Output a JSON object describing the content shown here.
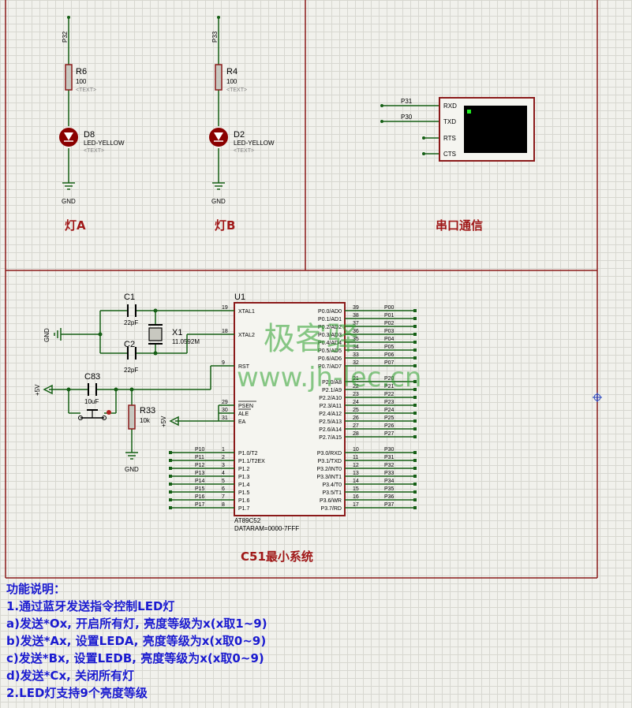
{
  "sections": {
    "lamp_a": "灯A",
    "lamp_b": "灯B",
    "serial": "串口通信",
    "mcu": "C51最小系统"
  },
  "lamp_a": {
    "net": "P32",
    "res_ref": "R6",
    "res_val": "100",
    "res_text": "<TEXT>",
    "led_ref": "D8",
    "led_val": "LED-YELLOW",
    "led_text": "<TEXT>",
    "gnd": "GND"
  },
  "lamp_b": {
    "net": "P33",
    "res_ref": "R4",
    "res_val": "100",
    "res_text": "<TEXT>",
    "led_ref": "D2",
    "led_val": "LED-YELLOW",
    "led_text": "<TEXT>",
    "gnd": "GND"
  },
  "terminal": {
    "net_rx": "P31",
    "net_tx": "P30",
    "pins": [
      "RXD",
      "TXD",
      "RTS",
      "CTS"
    ]
  },
  "mcu": {
    "ref": "U1",
    "part": "AT89C52",
    "data": "DATARAM=0000-7FFF",
    "left_pins": [
      {
        "num": "19",
        "name": "XTAL1"
      },
      {
        "num": "18",
        "name": "XTAL2"
      },
      {
        "num": "9",
        "name": "RST"
      },
      {
        "num": "29",
        "name": "PSEN"
      },
      {
        "num": "30",
        "name": "ALE"
      },
      {
        "num": "31",
        "name": "EA"
      }
    ],
    "p1": [
      {
        "num": "1",
        "name": "P1.0/T2",
        "net": "P10"
      },
      {
        "num": "2",
        "name": "P1.1/T2EX",
        "net": "P11"
      },
      {
        "num": "3",
        "name": "P1.2",
        "net": "P12"
      },
      {
        "num": "4",
        "name": "P1.3",
        "net": "P13"
      },
      {
        "num": "5",
        "name": "P1.4",
        "net": "P14"
      },
      {
        "num": "6",
        "name": "P1.5",
        "net": "P15"
      },
      {
        "num": "7",
        "name": "P1.6",
        "net": "P16"
      },
      {
        "num": "8",
        "name": "P1.7",
        "net": "P17"
      }
    ],
    "p0": [
      {
        "num": "39",
        "name": "P0.0/AD0",
        "net": "P00"
      },
      {
        "num": "38",
        "name": "P0.1/AD1",
        "net": "P01"
      },
      {
        "num": "37",
        "name": "P0.2/AD2",
        "net": "P02"
      },
      {
        "num": "36",
        "name": "P0.3/AD3",
        "net": "P03"
      },
      {
        "num": "35",
        "name": "P0.4/AD4",
        "net": "P04"
      },
      {
        "num": "34",
        "name": "P0.5/AD5",
        "net": "P05"
      },
      {
        "num": "33",
        "name": "P0.6/AD6",
        "net": "P06"
      },
      {
        "num": "32",
        "name": "P0.7/AD7",
        "net": "P07"
      }
    ],
    "p2": [
      {
        "num": "21",
        "name": "P2.0/A8",
        "net": "P20"
      },
      {
        "num": "22",
        "name": "P2.1/A9",
        "net": "P21"
      },
      {
        "num": "23",
        "name": "P2.2/A10",
        "net": "P22"
      },
      {
        "num": "24",
        "name": "P2.3/A11",
        "net": "P23"
      },
      {
        "num": "25",
        "name": "P2.4/A12",
        "net": "P24"
      },
      {
        "num": "26",
        "name": "P2.5/A13",
        "net": "P25"
      },
      {
        "num": "27",
        "name": "P2.6/A14",
        "net": "P26"
      },
      {
        "num": "28",
        "name": "P2.7/A15",
        "net": "P27"
      }
    ],
    "p3": [
      {
        "num": "10",
        "name": "P3.0/RXD",
        "net": "P30"
      },
      {
        "num": "11",
        "name": "P3.1/TXD",
        "net": "P31"
      },
      {
        "num": "12",
        "name": "P3.2/INT0",
        "net": "P32"
      },
      {
        "num": "13",
        "name": "P3.3/INT1",
        "net": "P33"
      },
      {
        "num": "14",
        "name": "P3.4/T0",
        "net": "P34"
      },
      {
        "num": "15",
        "name": "P3.5/T1",
        "net": "P35"
      },
      {
        "num": "16",
        "name": "P3.6/WR",
        "net": "P36"
      },
      {
        "num": "17",
        "name": "P3.7/RD",
        "net": "P37"
      }
    ]
  },
  "parts": {
    "c1_ref": "C1",
    "c1_val": "22pF",
    "c2_ref": "C2",
    "c2_val": "22pF",
    "x1_ref": "X1",
    "x1_val": "11.0592M",
    "c83_ref": "C83",
    "c83_val": "10uF",
    "r33_ref": "R33",
    "r33_val": "10k",
    "gnd": "GND",
    "vcc": "+5V"
  },
  "watermark": {
    "line1": "极客驿",
    "line2": "www.jh-lec.cn"
  },
  "notes": [
    "功能说明：",
    "1.通过蓝牙发送指令控制LED灯",
    "a)发送*Ox,  开启所有灯,  亮度等级为x(x取1~9)",
    "b)发送*Ax,  设置LEDA,  亮度等级为x(x取0~9)",
    "c)发送*Bx,  设置LEDB,  亮度等级为x(x取0~9)",
    "d)发送*Cx,  关闭所有灯",
    "2.LED灯支持9个亮度等级"
  ]
}
